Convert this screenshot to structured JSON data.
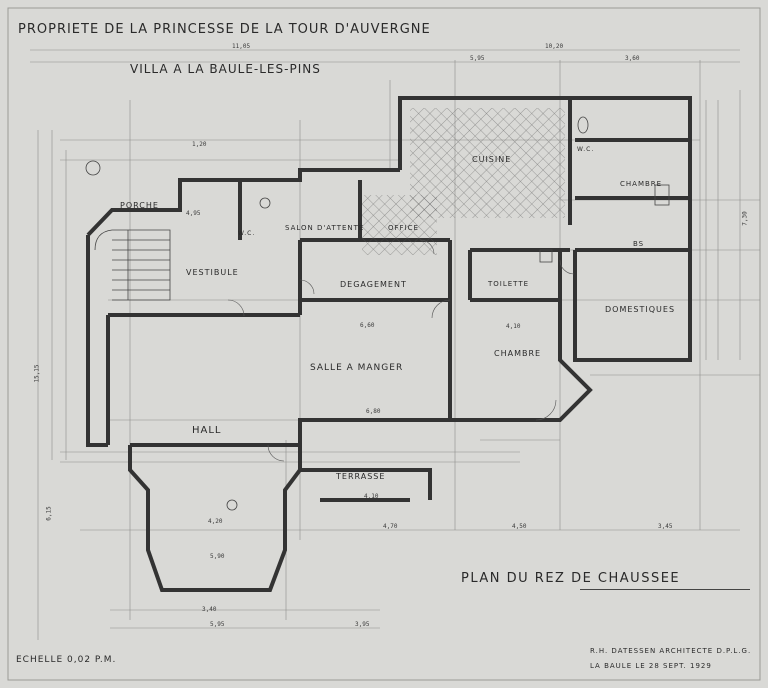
{
  "header": {
    "owner_line": "PROPRIETE DE LA PRINCESSE DE LA TOUR D'AUVERGNE",
    "villa_line": "VILLA A LA BAULE-LES-PINS"
  },
  "plan_title": "PLAN DU REZ DE CHAUSSEE",
  "scale": "ECHELLE 0,02 P.M.",
  "architect": "R.H. DATESSEN ARCHITECTE  D.P.L.G.",
  "place_date": "LA BAULE LE 28 SEPT. 1929",
  "rooms": {
    "porche": "PORCHE",
    "wc_entry": "W.C.",
    "salon_attente": "SALON D'ATTENTE",
    "office": "OFFICE",
    "cuisine": "CUISINE",
    "wc_service": "W.C.",
    "chambre_1": "CHAMBRE",
    "bains": "BS",
    "domestiques": "DOMESTIQUES",
    "vestibule": "VESTIBULE",
    "degagement": "DEGAGEMENT",
    "toilette": "TOILETTE",
    "salle_manger": "SALLE A MANGER",
    "chambre_2": "CHAMBRE",
    "hall": "HALL",
    "terrasse": "TERRASSE"
  },
  "dimensions": {
    "overall_left": "11,05",
    "overall_right": "10,20",
    "kitchen_span": "5,95",
    "servants_span": "3,60",
    "bottom_left": "5,95",
    "bottom_mid": "3,95",
    "bottom_right_a": "4,70",
    "bottom_right_b": "4,50",
    "bottom_right_c": "3,45",
    "salle_width": "6,60",
    "hall_width": "5,90",
    "bay_width": "3,40",
    "porch_width": "4,95",
    "left_height": "15,15",
    "left_lower": "6,15",
    "right_height": "7,30",
    "chambre_width": "4,10",
    "terrace_width": "4,10",
    "salon_width": "1,20",
    "dining_depth": "6,80",
    "hall_depth": "4,20"
  }
}
